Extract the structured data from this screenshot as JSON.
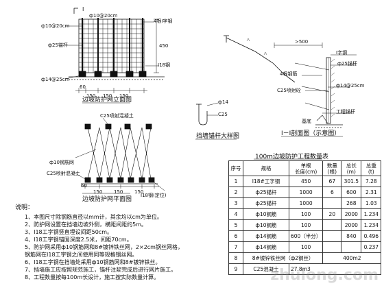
{
  "elevation_view": {
    "title": "边坡防护网立面图",
    "labels": {
      "mesh": "ф10@20cm",
      "spacing_left": "ф10@20cm",
      "rebar_left": "ф25锚杆",
      "rebar_bottom": "ф14@25cm",
      "anchor_label": "I",
      "right_label1": "4根I字钢",
      "right_label2": "I18钢",
      "dims": [
        "60",
        "150",
        "150",
        "150"
      ],
      "height": "450"
    }
  },
  "plan_view": {
    "title": "边坡防护网平面图",
    "labels": {
      "top": "C25喷射混凝土",
      "left": "ф10钢筋网",
      "bottom": "C25喷射混凝土",
      "right": "I18钢(定位)",
      "dims": [
        "60",
        "150",
        "150",
        "150"
      ]
    }
  },
  "section_view": {
    "title": "I－I剖面图（示意图）",
    "labels": {
      "top_dim": ">500",
      "l1": "I字钢",
      "l2": "ф25锚杆",
      "l3": "4根钢筋",
      "l4": "ф14@25cm",
      "l5": "C25喷射砼",
      "l6": "工程锚杆",
      "l7": "基底"
    }
  },
  "detail_view": {
    "title": "挡墙锚杆大样图",
    "labels": {
      "a": "ф14",
      "b": "C25"
    }
  },
  "quantity_table": {
    "title": "100m边坡防护工程数量表",
    "headers": [
      "序号",
      "规格",
      "单根\n长度(cm)",
      "数量\n(根)",
      "总长\n(m)",
      "总重\n(t)"
    ],
    "rows": [
      [
        "1",
        "I18#工字钢",
        "450",
        "67",
        "301.5",
        "7.28"
      ],
      [
        "2",
        "ф25锚杆",
        "1000",
        "6",
        "600",
        "2.31"
      ],
      [
        "3",
        "ф25锚杆",
        "1000",
        "",
        "268",
        "1.03"
      ],
      [
        "4",
        "ф10钢筋",
        "100",
        "20",
        "2000",
        "1.234"
      ],
      [
        "5",
        "ф10钢筋",
        "100",
        "",
        "2000",
        "1.234"
      ],
      [
        "6",
        "ф14钢筋",
        "600（半分）",
        "",
        "840",
        "0.496"
      ],
      [
        "7",
        "ф14钢筋",
        "100",
        "",
        "",
        "0.237"
      ],
      [
        "8",
        "8#镀锌铁丝网（ф2钢丝）",
        "400m2",
        "",
        "",
        ""
      ],
      [
        "9",
        "C25混凝土",
        "27.8m3",
        "",
        "",
        ""
      ]
    ]
  },
  "notes": {
    "heading": "说明：",
    "items": [
      "1、本图尺寸除钢筋直径以mm计，其余均以cm为单位。",
      "2、防护网设置在挡墙边坡外侧，横距间距约5m。",
      "3、I18工字钢竖直埋设间距50cm。",
      "4、I18工字钢锚固深度2.5米，间距70cm。",
      "5、防护网采用ф10钢筋网和8#镀锌铁丝网，2×2cm钢丝网格，",
      "   钢筋网在I18工字钢之间使用同等规格钢丝网。",
      "6、I18工字钢在挡墙处采用ф10钢筋网和8#镀锌铁丝。",
      "7、挡墙施工应按照规范施工，锚杆注浆完成后进行网片施工。",
      "8、工程数量按每100m长设计，施工按实际数量计算。"
    ]
  },
  "watermark": "zhulong.com"
}
